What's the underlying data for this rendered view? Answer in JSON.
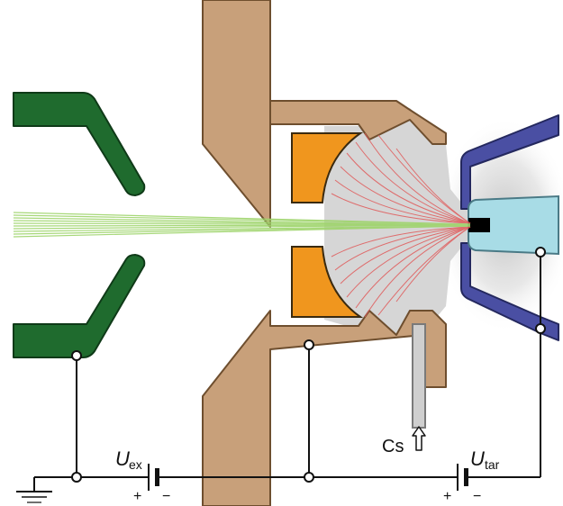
{
  "labels": {
    "u_ex_symbol": "U",
    "u_ex_subscript": "ex",
    "u_tar_symbol": "U",
    "u_tar_subscript": "tar",
    "cs_label": "Cs",
    "plus_sign": "+",
    "minus_sign": "−"
  },
  "colors": {
    "extractor_green": "#1f6b2e",
    "housing_tan": "#c8a07a",
    "ionizer_orange": "#f0961e",
    "chamber_gray": "#d6d6d6",
    "target_holder_blue": "#4a4fa3",
    "target_cyan": "#a8dce6",
    "beam_green": "#9ed46b",
    "cs_trajectory_red": "#e05a5a",
    "wire_black": "#111111"
  },
  "icons": {
    "cs_arrow": "up-arrow-outline",
    "ground": "ground-symbol",
    "battery": "battery-symbol"
  }
}
